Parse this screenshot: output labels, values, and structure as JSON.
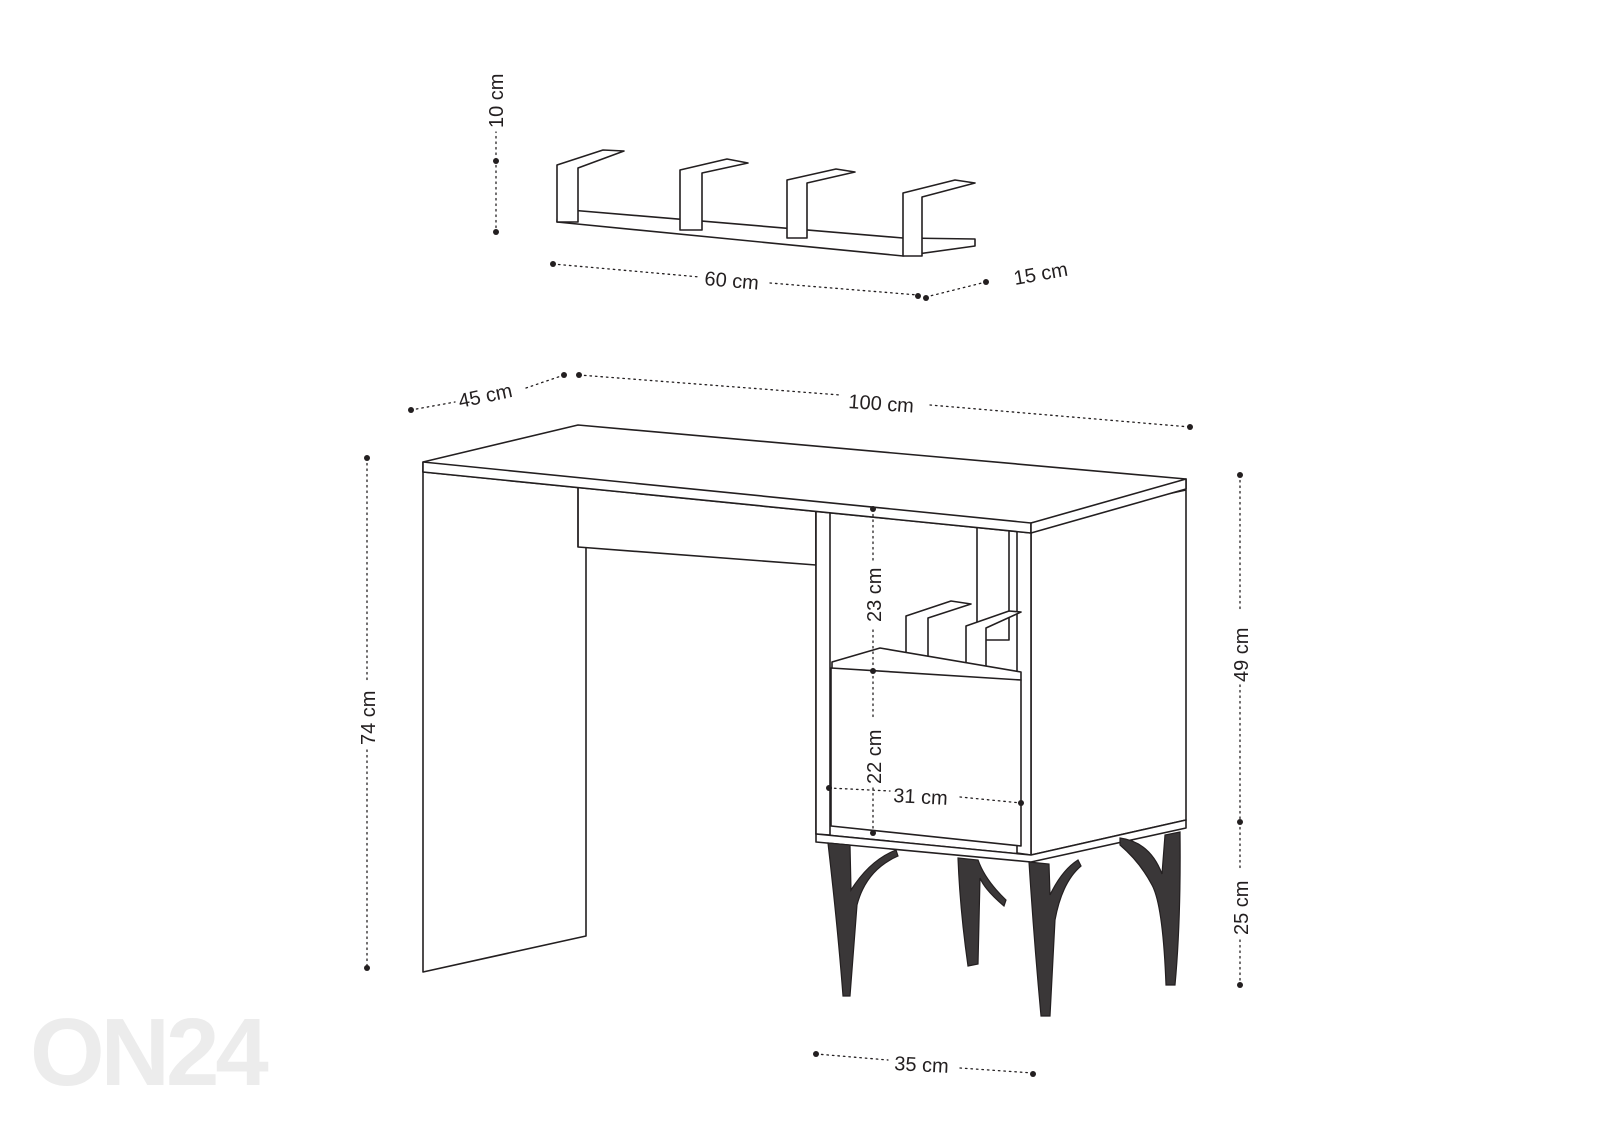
{
  "shelf": {
    "height_label": "10 cm",
    "width_label": "60 cm",
    "depth_label": "15 cm"
  },
  "desk": {
    "depth_label": "45 cm",
    "width_label": "100 cm",
    "height_label": "74 cm",
    "cabinet_height_label": "49 cm",
    "leg_height_label": "25 cm",
    "open_compartment_label": "23 cm",
    "drawer_height_label": "22 cm",
    "drawer_width_label": "31 cm",
    "cabinet_width_label": "35 cm"
  },
  "watermark": "ON24"
}
